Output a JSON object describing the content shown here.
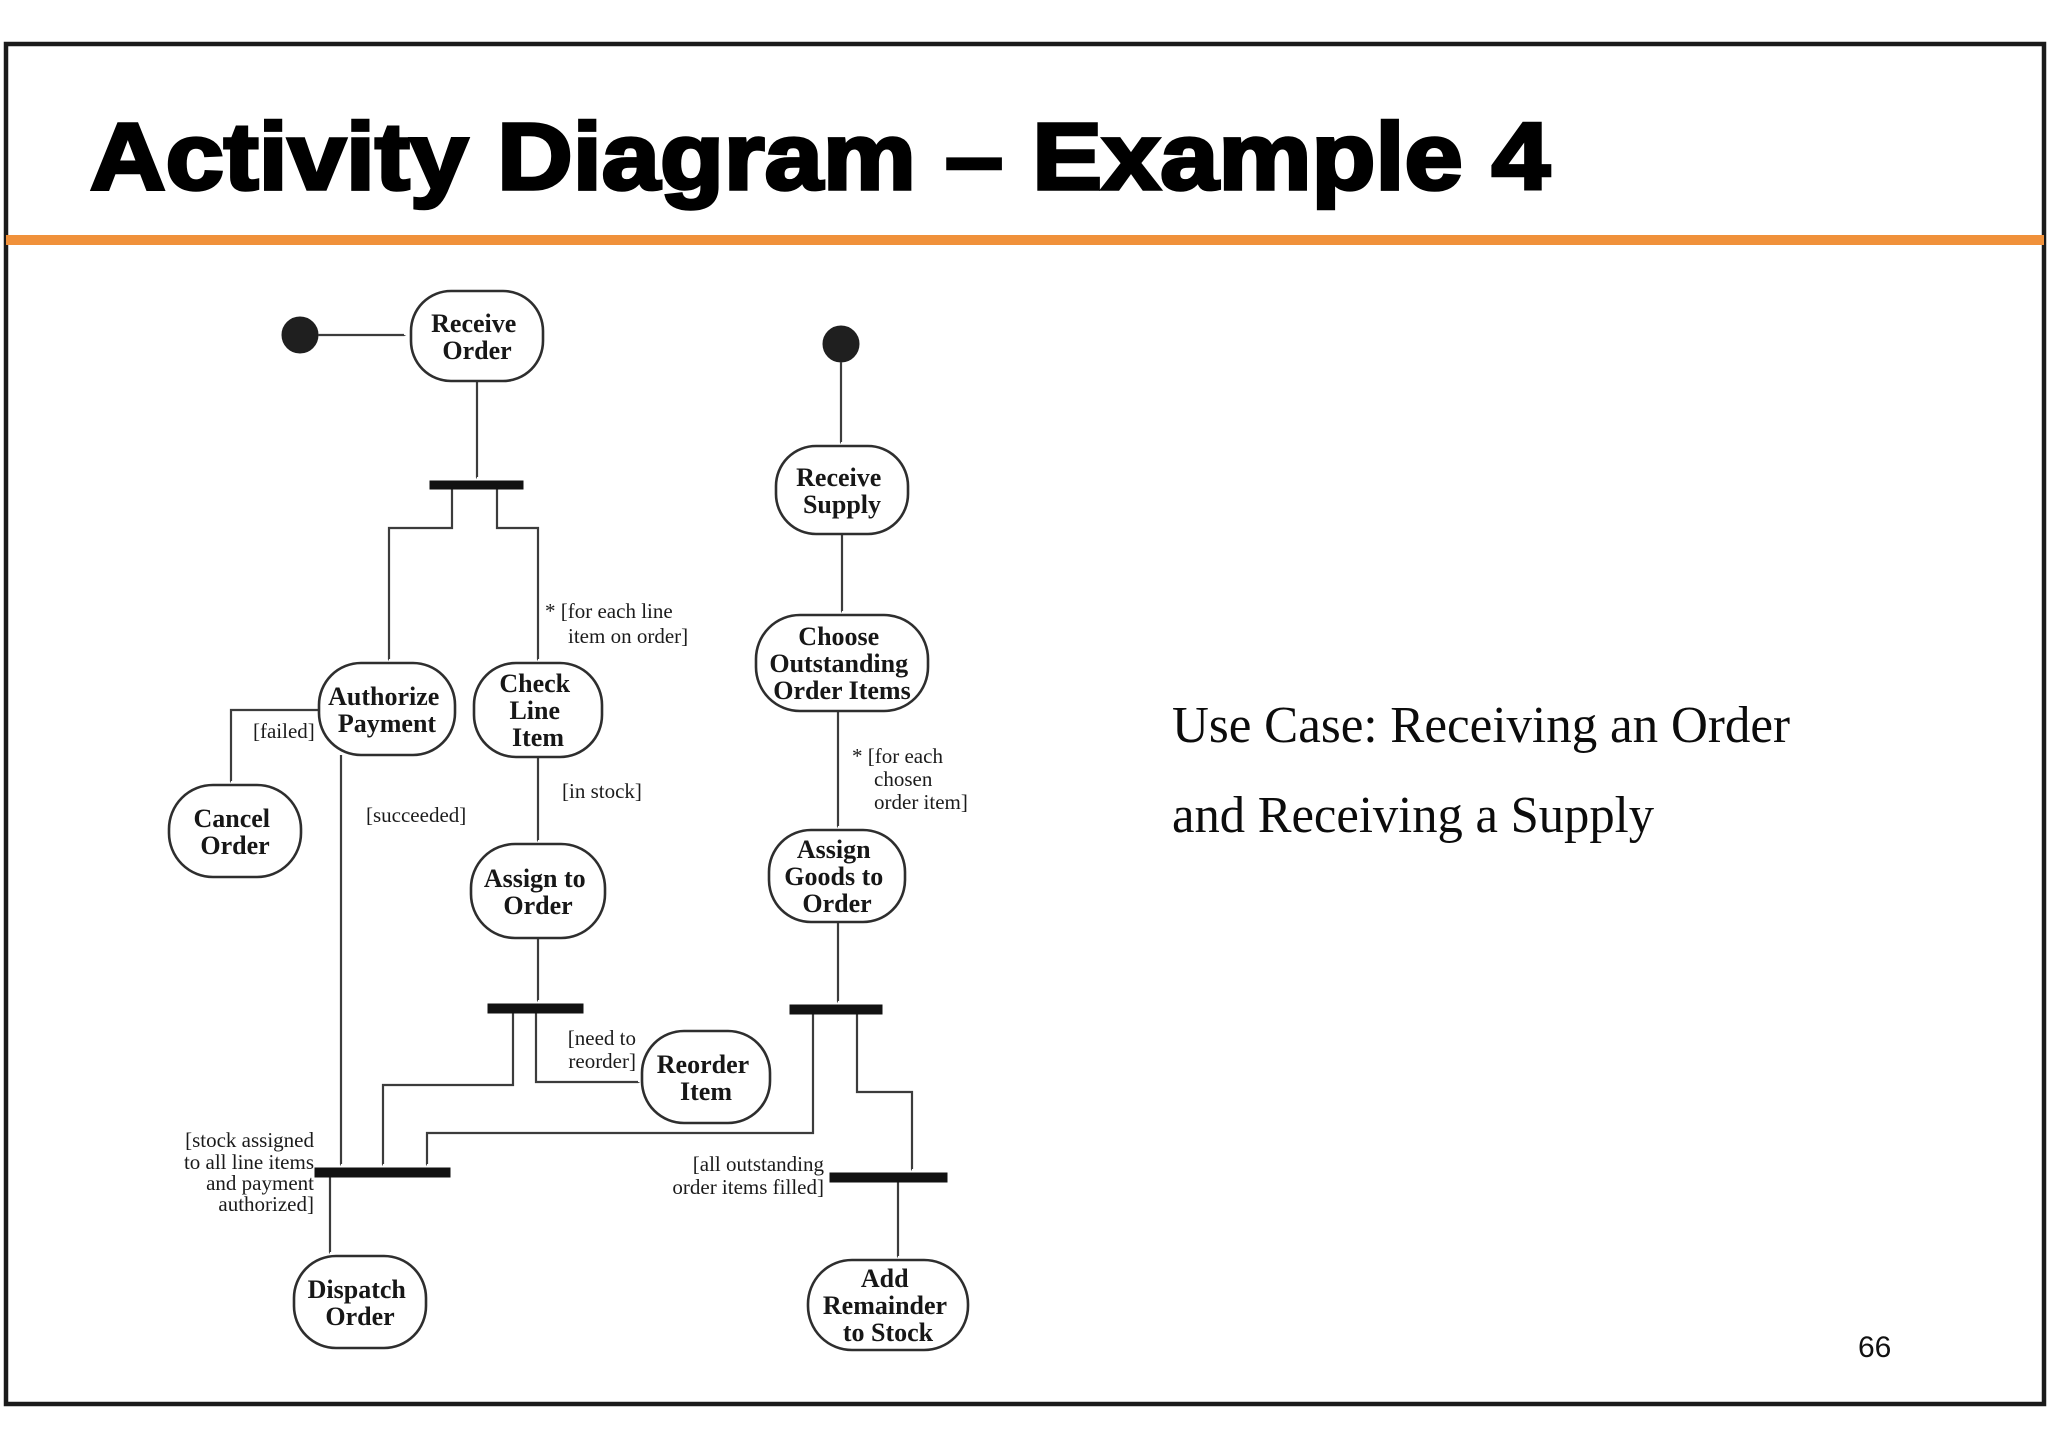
{
  "slide": {
    "title": "Activity Diagram – Example 4",
    "accent_color": "#F0913B",
    "page_number": "66",
    "side_note": {
      "line1": "Use Case: Receiving an Order",
      "line2": "and Receiving a Supply"
    }
  },
  "diagram": {
    "nodes": {
      "receive_order": {
        "line1": "Receive",
        "line2": "Order"
      },
      "receive_supply": {
        "line1": "Receive",
        "line2": "Supply"
      },
      "authorize_payment": {
        "line1": "Authorize",
        "line2": "Payment"
      },
      "check_line_item": {
        "line1": "Check",
        "line2": "Line",
        "line3": "Item"
      },
      "cancel_order": {
        "line1": "Cancel",
        "line2": "Order"
      },
      "assign_to_order": {
        "line1": "Assign to",
        "line2": "Order"
      },
      "choose_outstanding": {
        "line1": "Choose",
        "line2": "Outstanding",
        "line3": "Order Items"
      },
      "assign_goods": {
        "line1": "Assign",
        "line2": "Goods to",
        "line3": "Order"
      },
      "reorder_item": {
        "line1": "Reorder",
        "line2": "Item"
      },
      "dispatch_order": {
        "line1": "Dispatch",
        "line2": "Order"
      },
      "add_remainder": {
        "line1": "Add",
        "line2": "Remainder",
        "line3": "to Stock"
      }
    },
    "guards": {
      "for_each_line_1": "* [for each line",
      "for_each_line_2": "item on order]",
      "failed": "[failed]",
      "succeeded": "[succeeded]",
      "in_stock": "[in stock]",
      "need_reorder_1": "[need to",
      "need_reorder_2": "reorder]",
      "for_each_chosen_1": "* [for each",
      "for_each_chosen_2": "chosen",
      "for_each_chosen_3": "order item]",
      "stock_assigned_1": "[stock assigned",
      "stock_assigned_2": "to all line items",
      "stock_assigned_3": "and payment",
      "stock_assigned_4": "authorized]",
      "all_outstanding_1": "[all outstanding",
      "all_outstanding_2": "order items filled]"
    }
  }
}
